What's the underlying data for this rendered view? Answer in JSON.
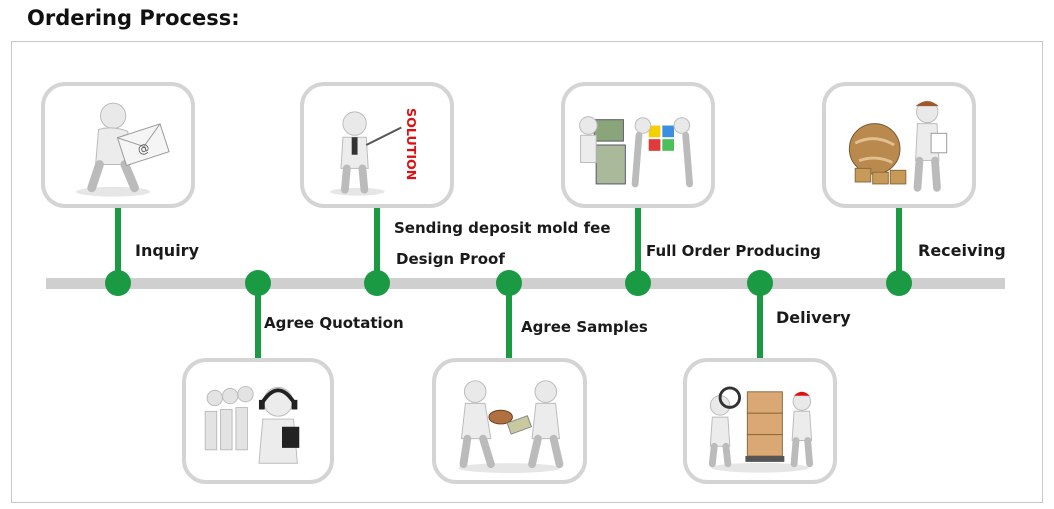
{
  "title": "Ordering Process:",
  "steps": [
    {
      "label": "Inquiry"
    },
    {
      "label": "Agree Quotation"
    },
    {
      "label": "Sending deposit mold fee"
    },
    {
      "label": "Design Proof"
    },
    {
      "label": "Agree Samples"
    },
    {
      "label": "Full Order Producing"
    },
    {
      "label": "Delivery"
    },
    {
      "label": "Receiving"
    }
  ],
  "images": [
    {
      "icon": "email-courier-icon"
    },
    {
      "icon": "call-center-icon"
    },
    {
      "icon": "solution-presenter-icon",
      "text": "SOLUTION"
    },
    {
      "icon": "sample-exchange-icon"
    },
    {
      "icon": "puzzle-money-icon"
    },
    {
      "icon": "boxes-inspection-icon"
    },
    {
      "icon": "globe-delivery-icon"
    }
  ],
  "colors": {
    "accent": "#1a9a43",
    "line": "#cfcfcf",
    "card_border": "#d4d4d4"
  }
}
